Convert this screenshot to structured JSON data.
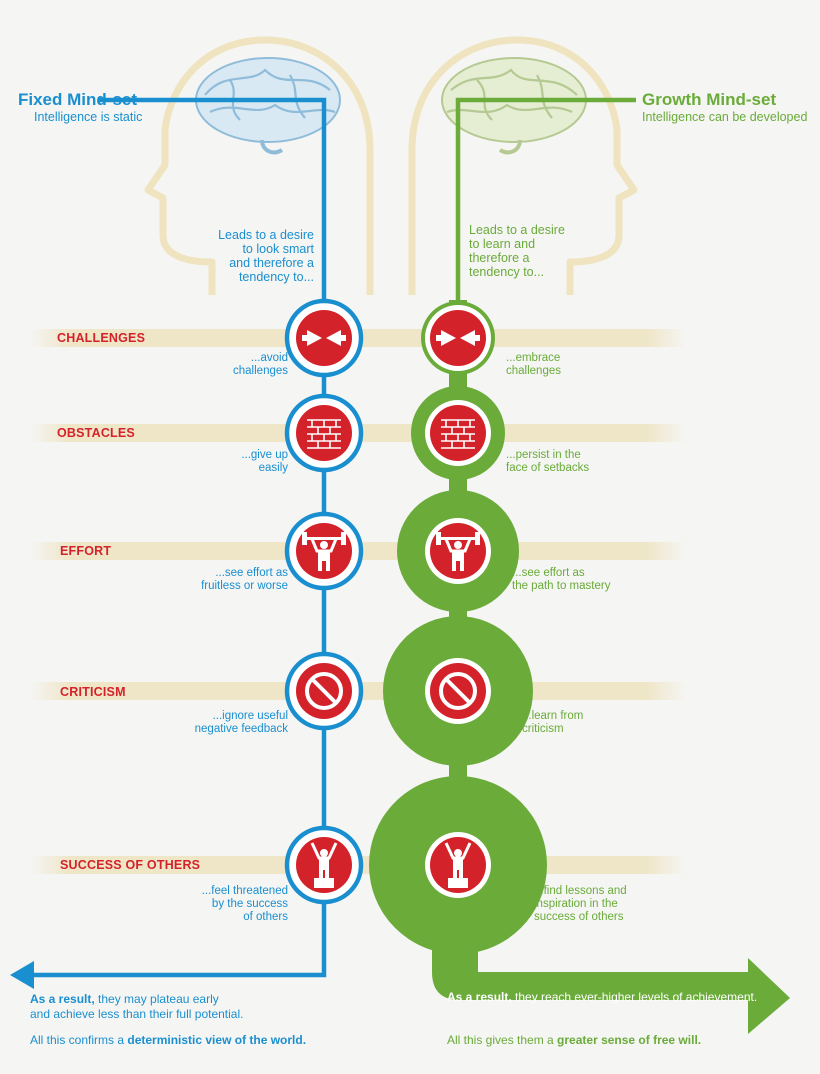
{
  "fixed": {
    "title": "Fixed Mind-set",
    "subtitle": "Intelligence is static",
    "lead": [
      "Leads to a desire",
      "to look smart",
      "and therefore a",
      "tendency to..."
    ],
    "responses": [
      [
        "...avoid",
        "challenges"
      ],
      [
        "...give up",
        "easily"
      ],
      [
        "...see effort as",
        "fruitless or worse"
      ],
      [
        "...ignore useful",
        "negative feedback"
      ],
      [
        "...feel threatened",
        "by the success",
        "of others"
      ]
    ],
    "result_bold": "As a result,",
    "result_line1": " they may plateau early",
    "result_line2": "and achieve less than their full potential.",
    "confirm_prefix": "All this confirms a ",
    "confirm_bold": "deterministic view of the world."
  },
  "growth": {
    "title": "Growth Mind-set",
    "subtitle": "Intelligence can be developed",
    "lead": [
      "Leads to a desire",
      "to learn and",
      "therefore a",
      "tendency to..."
    ],
    "responses": [
      [
        "...embrace",
        "challenges"
      ],
      [
        "...persist in the",
        "face of setbacks"
      ],
      [
        "...see effort as",
        "the path to mastery"
      ],
      [
        "...learn from",
        "criticism"
      ],
      [
        "...find lessons and",
        "inspiration in the",
        "success of others"
      ]
    ],
    "result_bold": "As a result,",
    "result_line1": " they reach ever-higher levels of achievement.",
    "confirm_prefix": "All this gives them a ",
    "confirm_bold": "greater sense of free will."
  },
  "categories": [
    "CHALLENGES",
    "OBSTACLES",
    "EFFORT",
    "CRITICISM",
    "SUCCESS OF OTHERS"
  ],
  "icons": [
    "arrows-collide-icon",
    "brick-wall-icon",
    "weightlifter-icon",
    "no-entry-icon",
    "podium-winner-icon"
  ],
  "colors": {
    "fixed_blue": "#1a8fd0",
    "growth_green": "#6aab3a",
    "accent_red": "#d4222a",
    "band_beige": "#efe6c8",
    "head_outline": "#efe4bf",
    "brain_blue": "#bcd9ec",
    "brain_green": "#dbe6c0",
    "result_gray": "#6a6a6a"
  }
}
